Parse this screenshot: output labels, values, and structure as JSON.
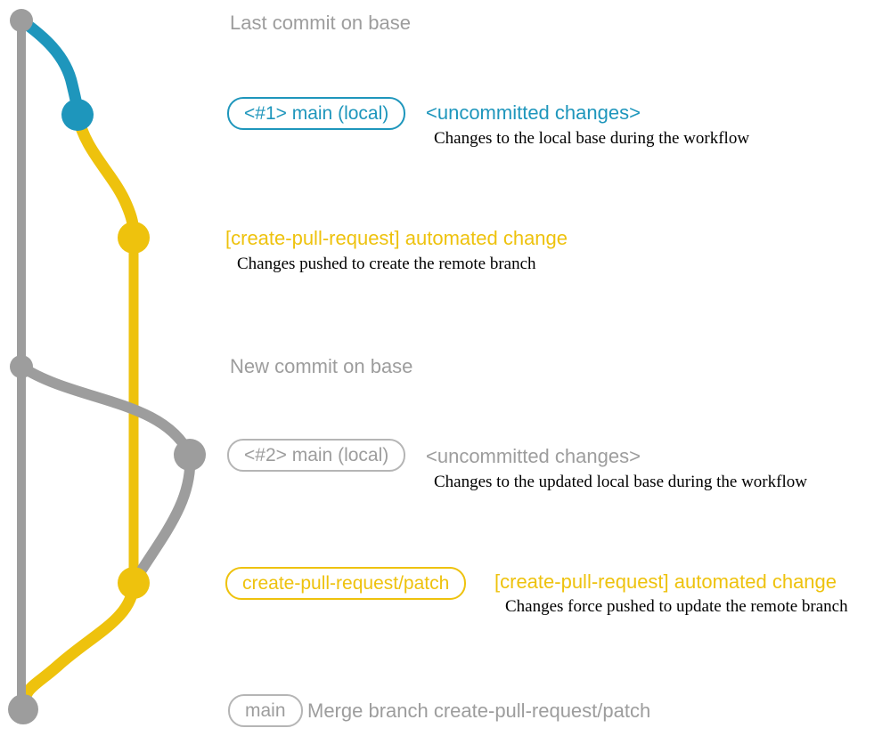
{
  "colors": {
    "teal": "#1e96bc",
    "yellow": "#eec20d",
    "gray": "#9d9d9d",
    "gray_border": "#b5b5b5",
    "black": "#000000"
  },
  "graph": {
    "nodes": [
      {
        "id": "last-commit-on-base",
        "color": "gray"
      },
      {
        "id": "uncommitted-changes-1",
        "color": "teal"
      },
      {
        "id": "pr-branch-commit-1",
        "color": "yellow"
      },
      {
        "id": "new-commit-on-base",
        "color": "gray"
      },
      {
        "id": "uncommitted-changes-2",
        "color": "gray"
      },
      {
        "id": "pr-branch-commit-2",
        "color": "yellow"
      },
      {
        "id": "merge-commit",
        "color": "gray"
      }
    ]
  },
  "annotations": {
    "last_commit": "Last commit on base",
    "row1": {
      "badge": "<#1> main (local)",
      "title": "<uncommitted changes>",
      "desc": "Changes to the local base during the workflow"
    },
    "row2": {
      "title": "[create-pull-request] automated change",
      "desc": "Changes pushed to create the remote branch"
    },
    "new_commit": "New commit on base",
    "row3": {
      "badge": "<#2> main (local)",
      "title": "<uncommitted changes>",
      "desc": "Changes to the updated local base during the workflow"
    },
    "row4": {
      "badge": "create-pull-request/patch",
      "title": "[create-pull-request] automated change",
      "desc": "Changes force pushed to update the remote branch"
    },
    "merge": {
      "badge": "main",
      "label": "Merge branch create-pull-request/patch"
    }
  }
}
